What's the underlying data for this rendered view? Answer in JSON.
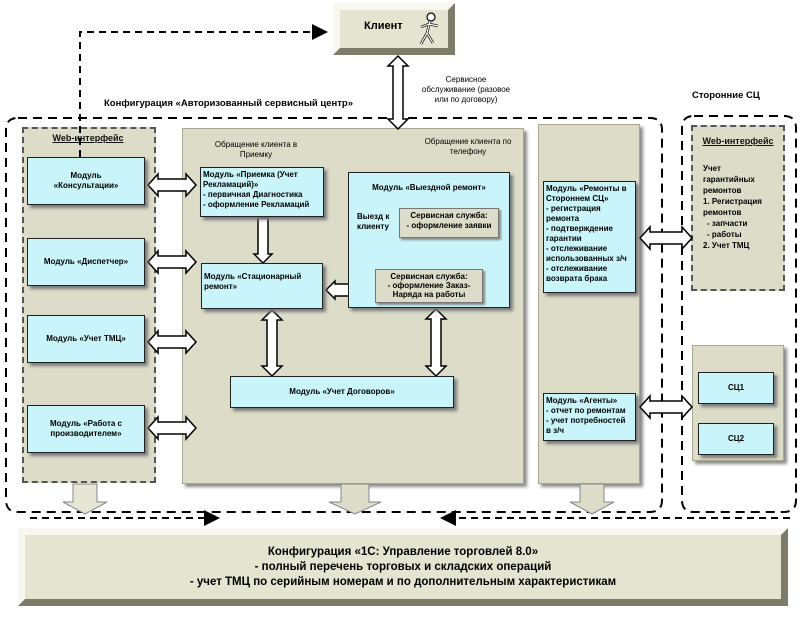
{
  "client": {
    "label": "Клиент"
  },
  "service_note": [
    "Сервисное",
    "обслуживание (разовое",
    "или по договору)"
  ],
  "config_title": "Конфигурация «Авторизованный сервисный центр»",
  "third_party_title": "Сторонние СЦ",
  "left_column": {
    "web_title": "Web-интерфейс",
    "modules": [
      [
        "Модуль",
        "«Консультации»"
      ],
      [
        "Модуль «Диспетчер»"
      ],
      [
        "Модуль «Учет ТМЦ»"
      ],
      [
        "Модуль «Работа с",
        "производителем»"
      ]
    ]
  },
  "center_panel": {
    "caption_left": [
      "Обращение клиента в",
      "Приемку"
    ],
    "caption_right": [
      "Обращение клиента по",
      "телефону"
    ],
    "priemka_module": [
      "Модуль «Приемка (Учет",
      "Рекламаций)»",
      "- первичная Диагностика",
      "- оформление Рекламаций"
    ],
    "stationary_module": [
      "Модуль «Стационарный",
      "ремонт»"
    ],
    "onsite_module": {
      "title": "Модуль «Выездной ремонт»",
      "visit_label": [
        "Выезд к",
        "клиенту"
      ],
      "svc1": [
        "Сервисная служба:",
        "- оформление заявки"
      ],
      "svc2": [
        "Сервисная служба:",
        "- оформление Заказ-",
        "Наряда на работы"
      ]
    },
    "contracts_module": "Модуль «Учет Договоров»"
  },
  "right_column": {
    "repairs_module": [
      "Модуль «Ремонты в",
      "Стороннем СЦ»",
      "- регистрация",
      "ремонта",
      "- подтверждение",
      "гарантии",
      "- отслеживание",
      "использованных з/ч",
      "- отслеживание",
      "возврата брака"
    ],
    "agents_module": [
      "Модуль «Агенты»",
      "- отчет по ремонтам",
      "- учет потребностей",
      "в з/ч"
    ]
  },
  "third_party": {
    "web_title": "Web-интерфейс",
    "web_lines": [
      "Учет",
      "гарантийных",
      "ремонтов",
      "1. Регистрация",
      "ремонтов",
      "- запчасти",
      "- работы",
      "2. Учет ТМЦ"
    ],
    "sc1": "СЦ1",
    "sc2": "СЦ2"
  },
  "bottom": {
    "lines": [
      "Конфигурация «1С: Управление торговлей 8.0»",
      "- полный перечень торговых и складских операций",
      "- учет ТМЦ по серийным номерам и по дополнительным характеристикам"
    ]
  },
  "colors": {
    "module_fill": "#c8f4fa",
    "panel_fill": "#dcdcc8",
    "bevel_fill": "#e4e4d0"
  }
}
